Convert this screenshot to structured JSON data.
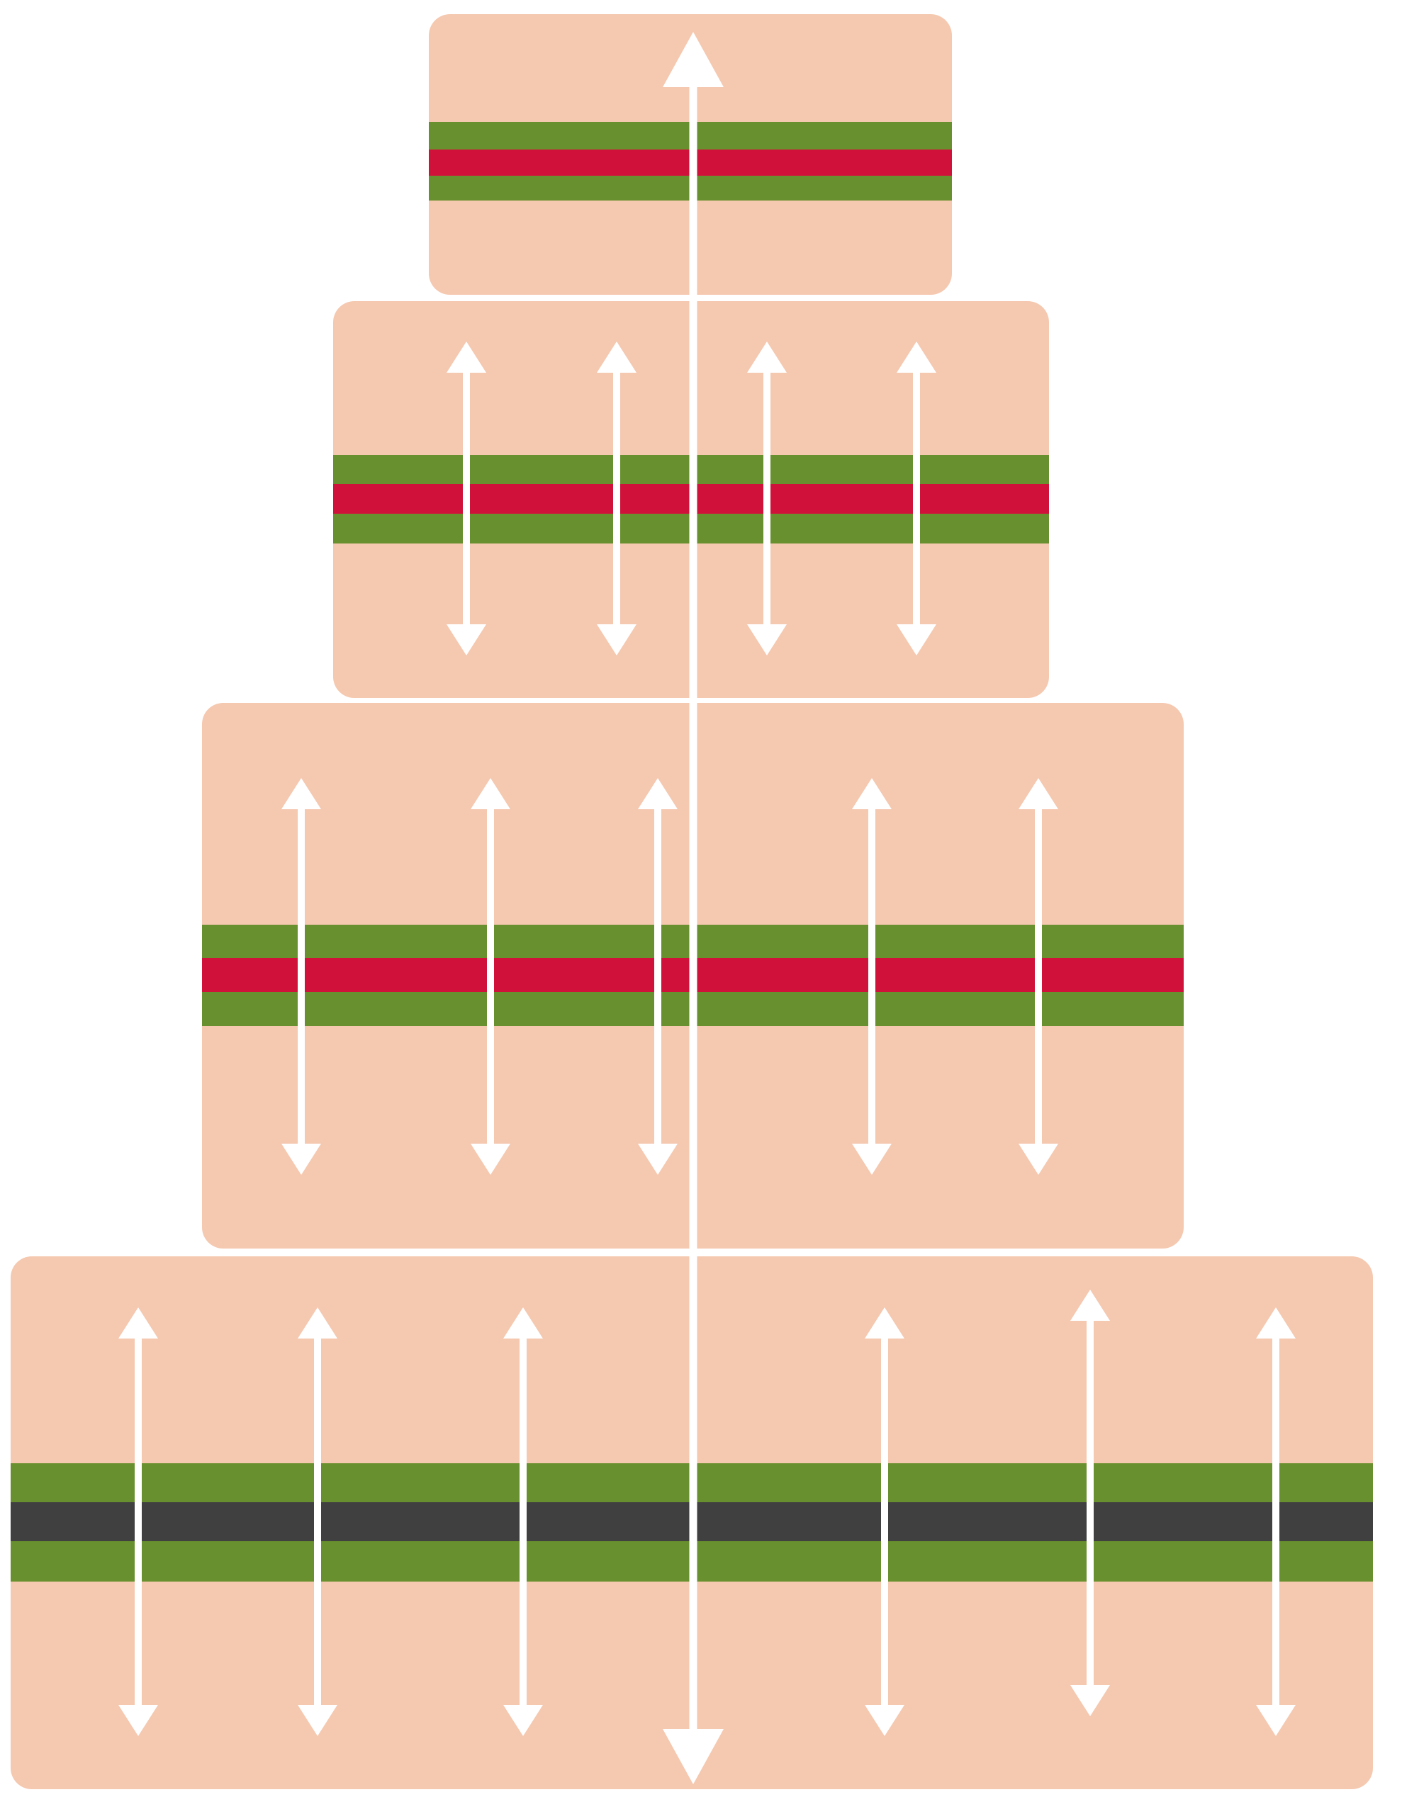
{
  "diagram": {
    "colors": {
      "background": "#ffffff",
      "tier_fill": "#f5c8b0",
      "band_outer": "#69902e",
      "band_inner_red": "#d0123a",
      "band_inner_dark": "#404040",
      "arrow": "#ffffff"
    },
    "tiers": [
      {
        "id": "tier-1",
        "inner_band": "red",
        "arrow_count": 0
      },
      {
        "id": "tier-2",
        "inner_band": "red",
        "arrow_count": 4
      },
      {
        "id": "tier-3",
        "inner_band": "red",
        "arrow_count": 5
      },
      {
        "id": "tier-4",
        "inner_band": "dark",
        "arrow_count": 6
      }
    ],
    "central_axis": {
      "icon": "double-headed-arrow-icon"
    }
  }
}
